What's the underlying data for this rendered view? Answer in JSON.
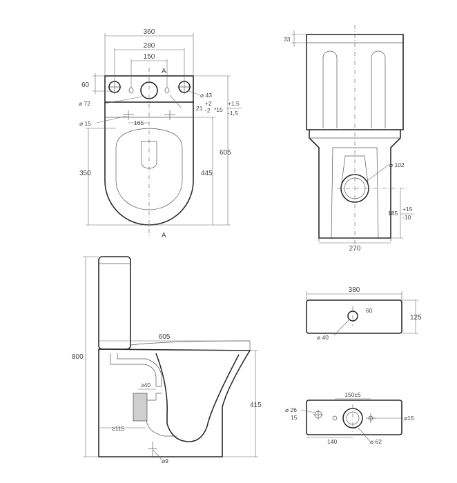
{
  "top_view": {
    "w_total": "360",
    "w_280": "280",
    "w_150": "150",
    "section": "A",
    "section_bottom": "A",
    "d60": "60",
    "dia72": "⌀ 72",
    "dia43": "⌀ 43",
    "d21": "21",
    "d21_plus": "+2",
    "d21_minus": "-2",
    "x15": "*15",
    "tol_plus": "+1,5",
    "tol_minus": "-1,5",
    "dia15": "⌀ 15",
    "d165": "165",
    "d350": "350",
    "d445": "445",
    "d605": "605"
  },
  "front_view": {
    "d33": "33",
    "dia102": "⌀ 102",
    "d185": "185",
    "tol_plus": "+15",
    "tol_minus": "-10",
    "d270": "270"
  },
  "side_view": {
    "d800": "800",
    "d605": "605",
    "d40": "≥40",
    "d115": "≥115",
    "d415": "415",
    "dia9": "⌀9"
  },
  "tank_top": {
    "d380": "380",
    "d60": "60",
    "d125": "125",
    "dia40": "⌀ 40"
  },
  "tank_bottom": {
    "d150": "150±5",
    "dia26": "⌀ 26",
    "d15_left": "15",
    "dia15": "⌀15",
    "d140": "140",
    "dia62": "⌀ 62"
  }
}
